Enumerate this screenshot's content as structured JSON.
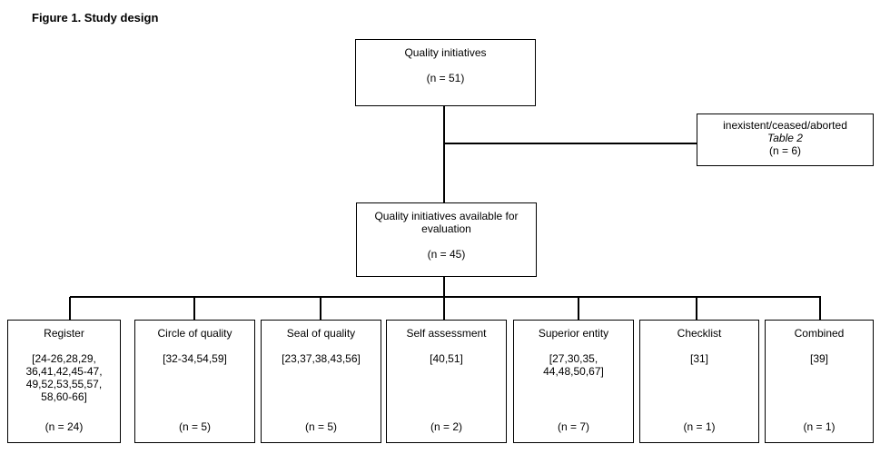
{
  "figure": {
    "title": "Figure 1. Study design"
  },
  "flow": {
    "total": {
      "label": "Quality initiatives",
      "n": "(n = 51)"
    },
    "excluded": {
      "reason": "inexistent/ceased/aborted",
      "table_ref": "Table 2",
      "n": "(n = 6)"
    },
    "available": {
      "label": "Quality initiatives available for\nevaluation",
      "n": "(n = 45)"
    },
    "categories": [
      {
        "label": "Register",
        "refs": "[24-26,28,29,\n36,41,42,45-47,\n49,52,53,55,57,\n58,60-66]",
        "n": "(n = 24)"
      },
      {
        "label": "Circle of quality",
        "refs": "[32-34,54,59]",
        "n": "(n = 5)"
      },
      {
        "label": "Seal of quality",
        "refs": "[23,37,38,43,56]",
        "n": "(n = 5)"
      },
      {
        "label": "Self assessment",
        "refs": "[40,51]",
        "n": "(n = 2)"
      },
      {
        "label": "Superior entity",
        "refs": "[27,30,35,\n44,48,50,67]",
        "n": "(n = 7)"
      },
      {
        "label": "Checklist",
        "refs": "[31]",
        "n": "(n = 1)"
      },
      {
        "label": "Combined",
        "refs": "[39]",
        "n": "(n = 1)"
      }
    ]
  },
  "colors": {
    "line": "#000000",
    "text": "#000000",
    "background": "#ffffff"
  }
}
